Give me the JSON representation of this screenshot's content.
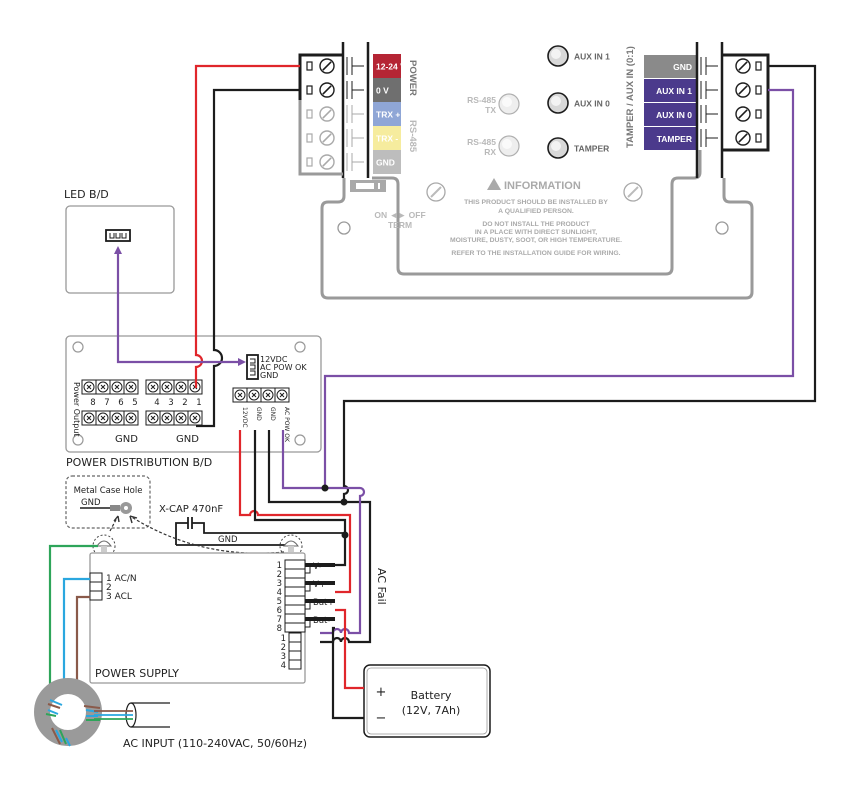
{
  "device": {
    "left_terminals": [
      {
        "label": "12-24 VDC",
        "color": "#b52534",
        "text_color": "#ffffff",
        "active": true
      },
      {
        "label": "0 V",
        "color": "#6f6f6f",
        "text_color": "#ffffff",
        "active": true
      },
      {
        "label": "TRX +",
        "color": "#8fa6d6",
        "text_color": "#ffffff",
        "active": false
      },
      {
        "label": "TRX -",
        "color": "#f6ec9e",
        "text_color": "#ffffff",
        "active": false
      },
      {
        "label": "GND",
        "color": "#bdbdbd",
        "text_color": "#ffffff",
        "active": false
      }
    ],
    "power_group_label": "POWER",
    "rs485_group_label": "RS-485",
    "leds": [
      {
        "label_line1": "RS-485",
        "label_line2": "TX",
        "active": false
      },
      {
        "label_line1": "RS-485",
        "label_line2": "RX",
        "active": false
      },
      {
        "label": "AUX IN 1",
        "active": true
      },
      {
        "label": "AUX IN 0",
        "active": true
      },
      {
        "label": "TAMPER",
        "active": true
      }
    ],
    "right_group_label": "TAMPER / AUX IN (0:1)",
    "right_terminals": [
      {
        "label": "GND",
        "color": "#8a8a8a"
      },
      {
        "label": "AUX IN 1",
        "color": "#4b3a8c"
      },
      {
        "label": "AUX IN 0",
        "color": "#4b3a8c"
      },
      {
        "label": "TAMPER",
        "color": "#4b3a8c"
      }
    ],
    "term_switch_line1": "ON ◄► OFF",
    "term_switch_line2": "TERM",
    "info": {
      "title": "INFORMATION",
      "lines": [
        "THIS PRODUCT SHOULD BE INSTALLED BY",
        "A QUALIFIED PERSON.",
        "DO NOT INSTALL THE PRODUCT",
        "IN A PLACE WITH DIRECT SUNLIGHT,",
        "MOISTURE, DUSTY, SOOT, OR HIGH TEMPERATURE.",
        "REFER TO THE INSTALLATION GUIDE FOR WIRING."
      ]
    }
  },
  "led_board": {
    "title": "LED B/D"
  },
  "power_distribution": {
    "title": "POWER DISTRIBUTION B/D",
    "side_label": "Power Output",
    "top_numbers_left": [
      "8",
      "7",
      "6",
      "5"
    ],
    "top_numbers_right": [
      "4",
      "3",
      "2",
      "1"
    ],
    "gnd_label": "GND",
    "connector_labels": [
      "12VDC",
      "AC POW OK",
      "GND"
    ],
    "terminal_labels": [
      "12VDC",
      "GND",
      "GND",
      "AC POW OK"
    ]
  },
  "metal_case": {
    "title": "Metal Case Hole",
    "gnd_label": "GND"
  },
  "xcap": {
    "label": "X-CAP 470nF",
    "gnd_label": "GND"
  },
  "power_supply": {
    "title": "POWER SUPPLY",
    "ac_terminals": [
      "1 AC/N",
      "2",
      "3 ACL"
    ],
    "output_pins": [
      "1",
      "2",
      "3",
      "4",
      "5",
      "6",
      "7",
      "8"
    ],
    "output_labels": [
      "V-",
      "V+",
      "Bat+",
      "Bat-"
    ],
    "signal_pins": [
      "1",
      "2",
      "3",
      "4"
    ]
  },
  "ac_fail_label": "AC Fail",
  "battery": {
    "plus": "+",
    "minus": "−",
    "line1": "Battery",
    "line2": "(12V, 7Ah)"
  },
  "ac_input_label": "AC INPUT (110-240VAC, 50/60Hz)",
  "wire_colors": {
    "power": "#e0262b",
    "ground": "#1c1c1c",
    "signal": "#7b4fa6",
    "earth": "#2ea55a",
    "neutral": "#2aa7df",
    "live": "#8a5a4a"
  }
}
